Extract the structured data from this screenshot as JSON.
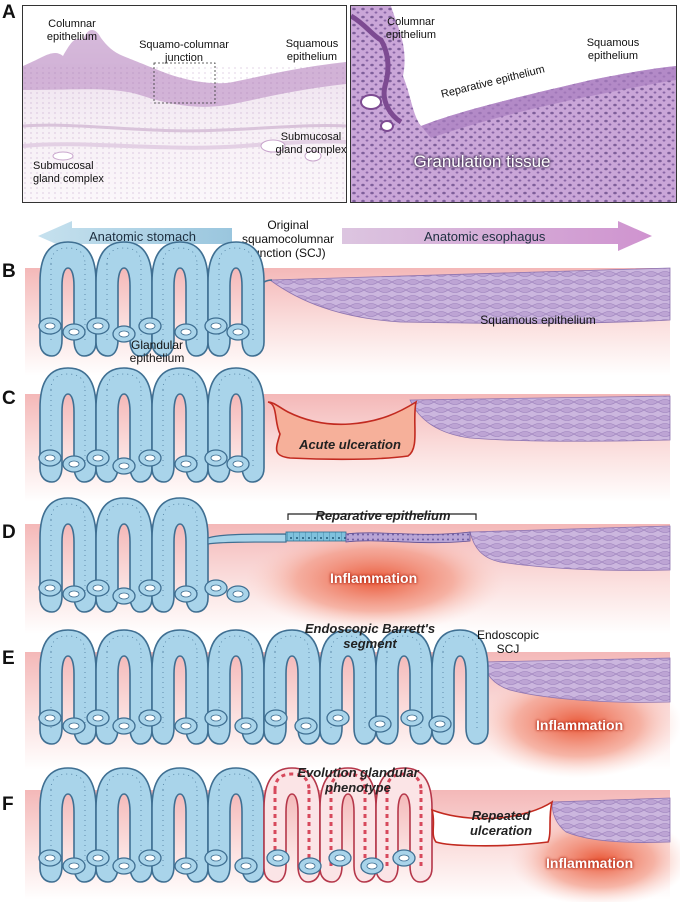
{
  "panels": {
    "a": {
      "letter": "A",
      "left_micrograph": {
        "columnar_epithelium": "Columnar\nepithelium",
        "squamocolumnar_junction": "Squamo-columnar\njunction",
        "squamous_epithelium": "Squamous\nepithelium",
        "submucosal_gland_complex_right": "Submucosal\ngland complex",
        "submucosal_gland_complex_left": "Submucosal\ngland complex"
      },
      "right_micrograph": {
        "columnar_epithelium": "Columnar\nepithelium",
        "squamous_epithelium": "Squamous\nepithelium",
        "reparative_epithelium": "Reparative epithelium",
        "granulation_tissue": "Granulation tissue"
      }
    },
    "header": {
      "left_arrow": "Anatomic stomach",
      "right_arrow": "Anatomic esophagus",
      "center": "Original\nsquamocolumnar\njunction (SCJ)"
    },
    "b": {
      "letter": "B",
      "squamous": "Squamous epithelium",
      "glandular": "Glandular\nepithelium"
    },
    "c": {
      "letter": "C",
      "ulcer": "Acute ulceration"
    },
    "d": {
      "letter": "D",
      "reparative": "Reparative epithelium",
      "inflammation": "Inflammation"
    },
    "e": {
      "letter": "E",
      "barrett": "Endoscopic Barrett's\nsegment",
      "scj": "Endoscopic\nSCJ",
      "inflammation": "Inflammation"
    },
    "f": {
      "letter": "F",
      "evolution": "Evolution glandular\nphenotype",
      "repeated": "Repeated\nulceration",
      "inflammation": "Inflammation"
    }
  },
  "colors": {
    "glandular": "#a9d4ea",
    "glandular_stroke": "#3f6f92",
    "squamous": "#c9b4dc",
    "metaplastic": "#f2a6ad",
    "ulcer": "#f6b09a",
    "ulcer_stroke": "#c22a20",
    "inflammation": "#ef6a4c",
    "tissue_bg": "#f9d3d1",
    "arrow_left": "#a8cfe3",
    "arrow_right": "#d2a8d6"
  }
}
